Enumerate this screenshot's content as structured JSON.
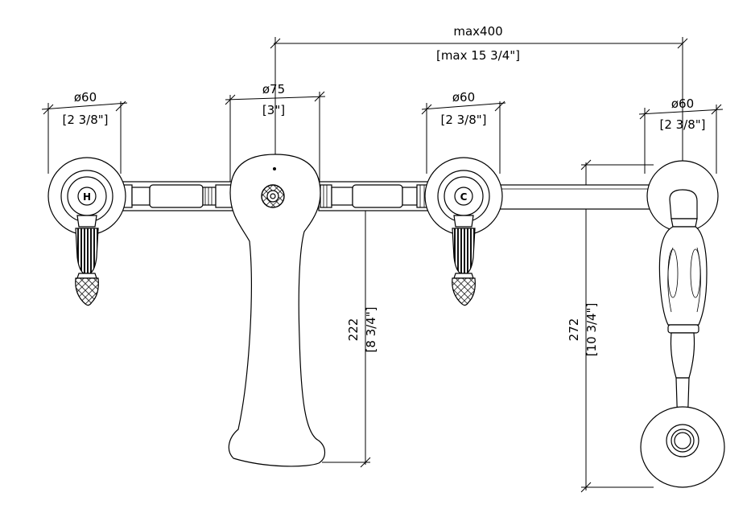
{
  "dimensions": {
    "overall_width": {
      "mm": "max400",
      "in": "[max 15 3/4\"]"
    },
    "hot_handle_dia": {
      "mm": "ø60",
      "in": "[2 3/8\"]"
    },
    "spout_dia": {
      "mm": "ø75",
      "in": "[3\"]"
    },
    "cold_handle_dia": {
      "mm": "ø60",
      "in": "[2 3/8\"]"
    },
    "shower_dia": {
      "mm": "ø60",
      "in": "[2 3/8\"]"
    },
    "spout_length": {
      "mm": "222",
      "in": "[8 3/4\"]"
    },
    "shower_length": {
      "mm": "272",
      "in": "[10 3/4\"]"
    }
  },
  "handle_marks": {
    "hot": "H",
    "cold": "C"
  }
}
